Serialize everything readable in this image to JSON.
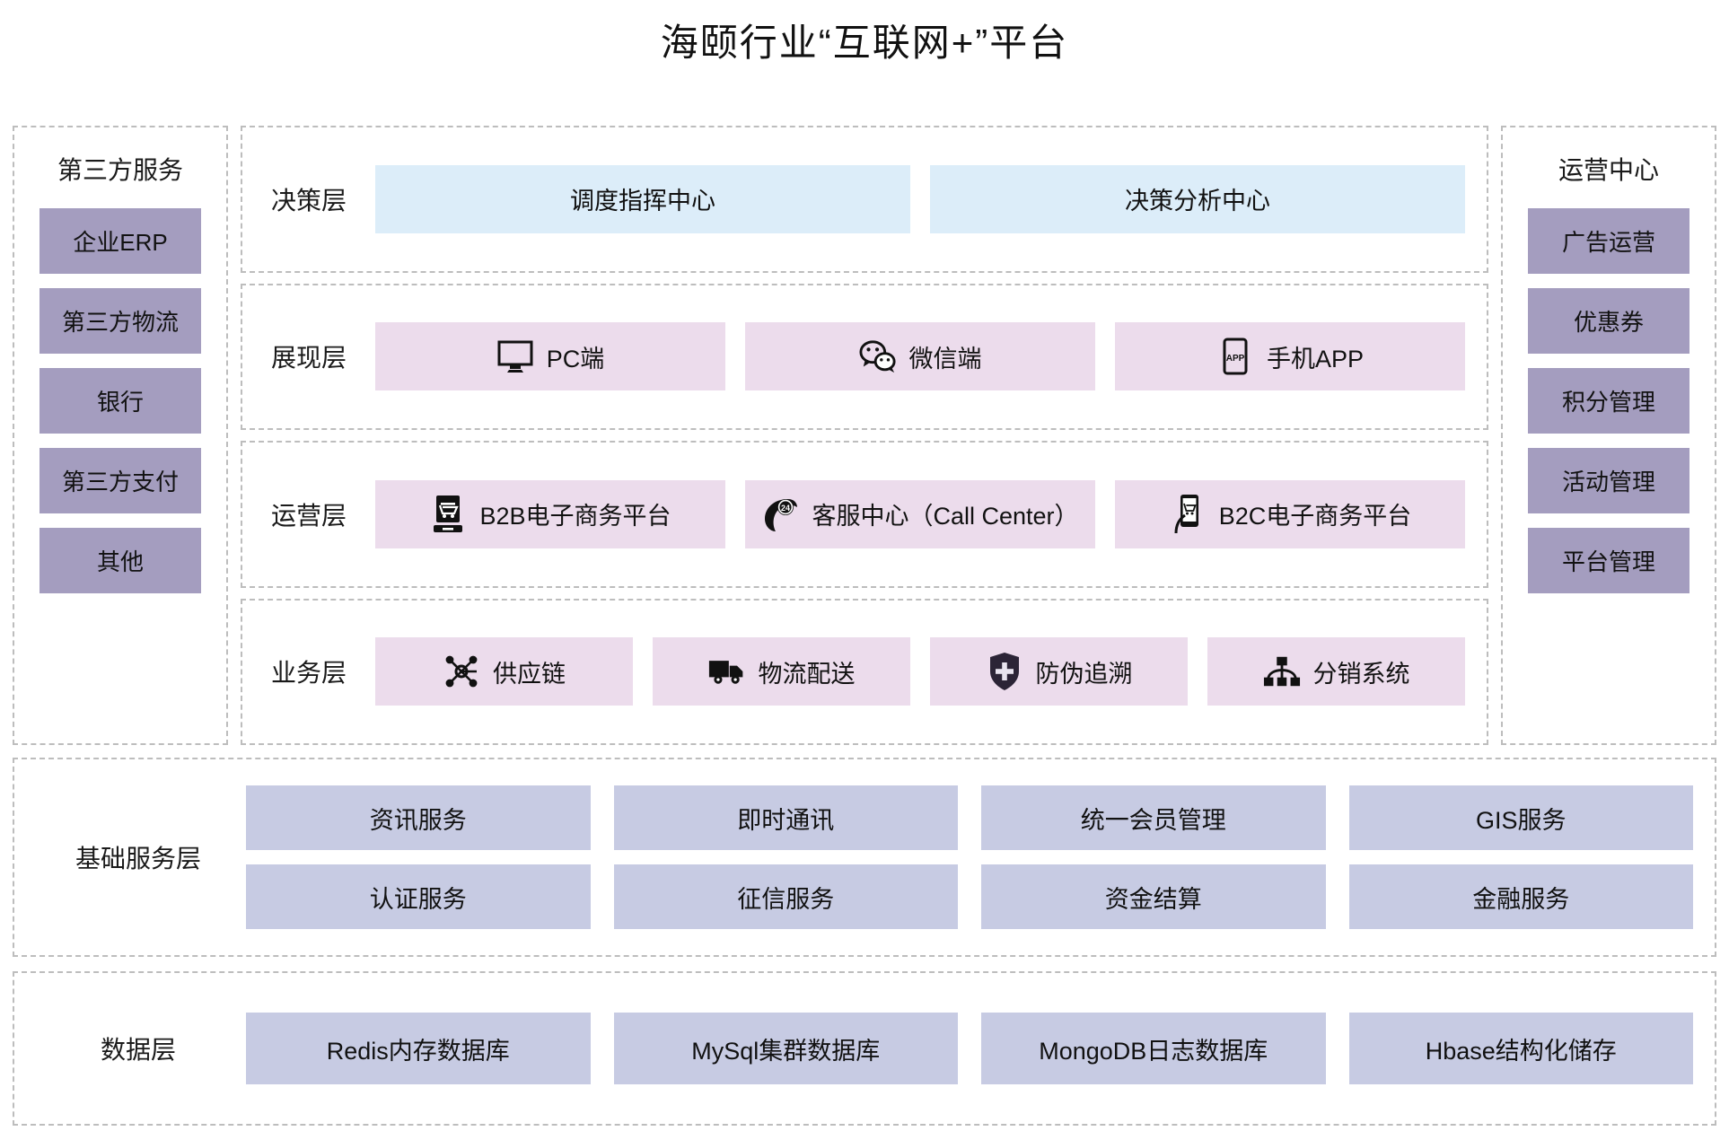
{
  "title": "海颐行业“互联网+”平台",
  "left_panel": {
    "title": "第三方服务",
    "items": [
      {
        "label": "企业ERP"
      },
      {
        "label": "第三方物流"
      },
      {
        "label": "银行"
      },
      {
        "label": "第三方支付"
      },
      {
        "label": "其他"
      }
    ]
  },
  "right_panel": {
    "title": "运营中心",
    "items": [
      {
        "label": "广告运营"
      },
      {
        "label": "优惠券"
      },
      {
        "label": "积分管理"
      },
      {
        "label": "活动管理"
      },
      {
        "label": "平台管理"
      }
    ]
  },
  "layers": [
    {
      "label": "决策层",
      "style": "blue",
      "items": [
        {
          "label": "调度指挥中心",
          "icon": ""
        },
        {
          "label": "决策分析中心",
          "icon": ""
        }
      ]
    },
    {
      "label": "展现层",
      "style": "pink",
      "items": [
        {
          "label": "PC端",
          "icon": "monitor-icon"
        },
        {
          "label": "微信端",
          "icon": "wechat-icon"
        },
        {
          "label": "手机APP",
          "icon": "mobile-app-icon"
        }
      ]
    },
    {
      "label": "运营层",
      "style": "pink",
      "items": [
        {
          "label": "B2B电子商务平台",
          "icon": "desktop-cart-icon"
        },
        {
          "label": "客服中心（Call Center）",
          "icon": "phone-24-icon"
        },
        {
          "label": "B2C电子商务平台",
          "icon": "mobile-cart-icon"
        }
      ]
    },
    {
      "label": "业务层",
      "style": "pink",
      "items": [
        {
          "label": "供应链",
          "icon": "network-nodes-icon"
        },
        {
          "label": "物流配送",
          "icon": "truck-icon"
        },
        {
          "label": "防伪追溯",
          "icon": "shield-plus-icon"
        },
        {
          "label": "分销系统",
          "icon": "hierarchy-icon"
        }
      ]
    }
  ],
  "base_layer": {
    "label": "基础服务层",
    "rows": [
      [
        {
          "label": "资讯服务"
        },
        {
          "label": "即时通讯"
        },
        {
          "label": "统一会员管理"
        },
        {
          "label": "GIS服务"
        }
      ],
      [
        {
          "label": "认证服务"
        },
        {
          "label": "征信服务"
        },
        {
          "label": "资金结算"
        },
        {
          "label": "金融服务"
        }
      ]
    ]
  },
  "data_layer": {
    "label": "数据层",
    "items": [
      {
        "label": "Redis内存数据库"
      },
      {
        "label": "MySql集群数据库"
      },
      {
        "label": "MongoDB日志数据库"
      },
      {
        "label": "Hbase结构化储存"
      }
    ]
  },
  "colors": {
    "decision_cell": "#dcedf9",
    "presentation_cell": "#ecdcec",
    "side_box": "#a49dbf",
    "service_box": "#c7cbe3",
    "dashed_border": "#bdbdbd"
  }
}
